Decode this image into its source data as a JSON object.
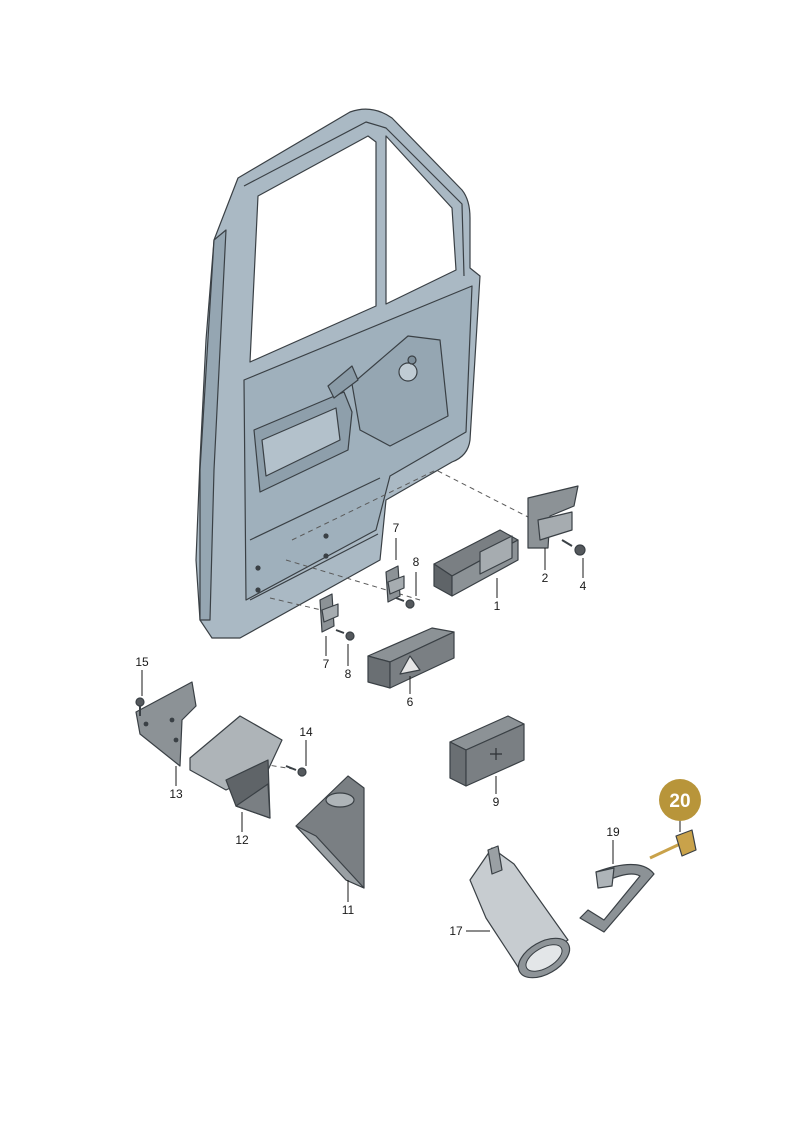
{
  "labels": {
    "l1": "1",
    "l2": "2",
    "l4": "4",
    "l6": "6",
    "l7a": "7",
    "l7b": "7",
    "l8a": "8",
    "l8b": "8",
    "l9": "9",
    "l11": "11",
    "l12": "12",
    "l13": "13",
    "l14": "14",
    "l15": "15",
    "l17": "17",
    "l19": "19",
    "l20": "20"
  },
  "colors": {
    "door": "#aab9c4",
    "door_dark": "#8e9fab",
    "part_gray": "#7a7f83",
    "part_light": "#bcc6cc",
    "highlight": "#b8953a",
    "screw_highlight": "#c9a24a"
  },
  "highlighted_part": "20"
}
